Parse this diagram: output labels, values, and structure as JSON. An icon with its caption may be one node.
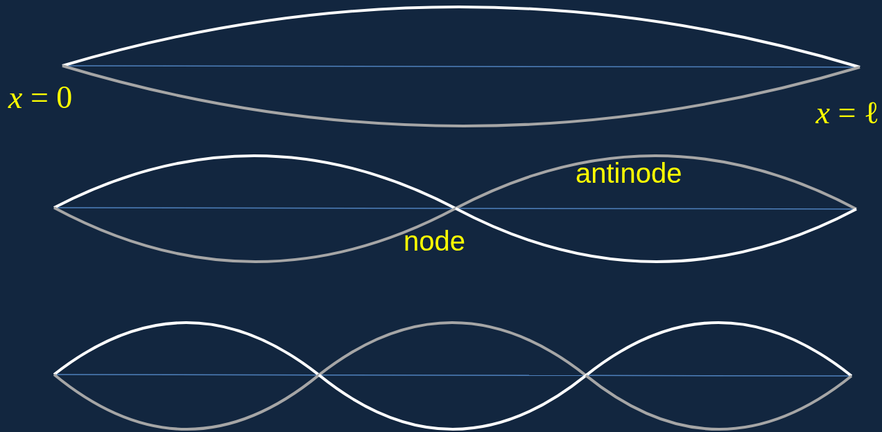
{
  "diagram": {
    "labels": [
      "*x* = 0",
      "*x* = ℓ",
      "antinode",
      "node"
    ]
  }
}
